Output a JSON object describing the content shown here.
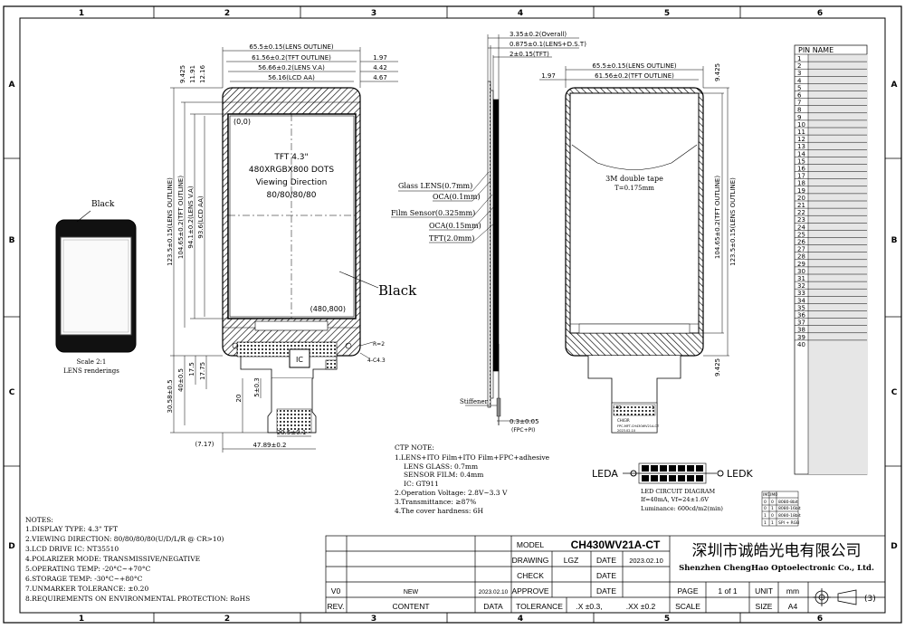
{
  "grid": {
    "cols": [
      "1",
      "2",
      "3",
      "4",
      "5",
      "6"
    ],
    "rows": [
      "A",
      "B",
      "C",
      "D"
    ]
  },
  "lens_rendering": {
    "color_label": "Black",
    "caption1": "Scale 2:1",
    "caption2": "LENS renderings"
  },
  "front_view": {
    "dims_top": [
      "65.5±0.15(LENS OUTLINE)",
      "61.56±0.2(TFT OUTLINE)",
      "56.66±0.2(LENS V.A)",
      "56.16(LCD AA)"
    ],
    "dims_right": [
      "1.97",
      "4.42",
      "4.67"
    ],
    "dims_left_top": [
      "9.425",
      "11.91",
      "12.16"
    ],
    "dims_left": [
      "123.5±0.15(LENS OUTLINE)",
      "104.65±0.2(TFT OUTLINE)",
      "94.1±0.2(LENS V.A)",
      "93.6(LCD AA)"
    ],
    "origin": "(0,0)",
    "end": "(480,800)",
    "panel_text": [
      "TFT 4.3\"",
      "480XRGBX800 DOTS",
      "Viewing Direction",
      "80/80/80/80"
    ],
    "color_label": "Black",
    "ic_label": "IC",
    "dims_bottom_left": [
      "30.58±0.5",
      "40±0.5",
      "17.5",
      "17.75",
      "20",
      "5±0.3"
    ],
    "dims_bottom": [
      "20.5±0.1",
      "(7.17)",
      "47.89±0.2"
    ],
    "dim_r": "R=2",
    "dim_c": "4-C4.3"
  },
  "side_view": {
    "dims_top": [
      "3.35±0.2(Overall)",
      "0.875±0.1(LENS+D.S.T)",
      "2±0.15(TFT)"
    ],
    "layers": [
      "Glass LENS(0.7mm)",
      "OCA(0.1mm)",
      "Film Sensor(0.325mm)",
      "OCA(0.15mm)",
      "TFT(2.0mm)"
    ],
    "stiffener": "Stiffener",
    "dims_bottom": [
      "0.3±0.05",
      "(FPC+PI)"
    ]
  },
  "back_view": {
    "dims_top": [
      "65.5±0.15(LENS OUTLINE)",
      "61.56±0.2(TFT OUTLINE)"
    ],
    "dim_left": "1.97",
    "dims_right": [
      "9.425",
      "104.65±0.2(TFT OUTLINE)",
      "123.5±0.15(LENS OUTLINE)",
      "9.425"
    ],
    "tape": [
      "3M double tape",
      "T=0.175mm"
    ],
    "fpc_labels": [
      "40",
      "1",
      "CH43R",
      "FPC-MFT-CH430WV21A-CT",
      "2023.02.10"
    ]
  },
  "led": {
    "left": "LEDA",
    "right": "LEDK",
    "title": "LED CIRCUIT DIAGRAM",
    "line1": "If=40mA, Vf=24±1.6V",
    "line2": "Luminance: 600cd/m2(min)"
  },
  "pin_table": {
    "header": "PIN NAME",
    "pins": [
      "1",
      "2",
      "3",
      "4",
      "5",
      "6",
      "7",
      "8",
      "9",
      "10",
      "11",
      "12",
      "13",
      "14",
      "15",
      "16",
      "17",
      "18",
      "19",
      "20",
      "21",
      "22",
      "23",
      "24",
      "25",
      "26",
      "27",
      "28",
      "29",
      "30",
      "31",
      "32",
      "33",
      "34",
      "35",
      "36",
      "37",
      "38",
      "39",
      "40"
    ]
  },
  "mode_table": {
    "headers": [
      "IM1",
      "IM0"
    ],
    "rows": [
      [
        "0",
        "0",
        "8080-8bit"
      ],
      [
        "0",
        "1",
        "8080-16bit"
      ],
      [
        "1",
        "0",
        "8080-18bit"
      ],
      [
        "1",
        "1",
        "SPI + RGB"
      ]
    ]
  },
  "ctp_note": {
    "title": "CTP NOTE:",
    "lines": [
      "1.LENS+ITO Film+ITO Film+FPC+adhesive",
      "LENS GLASS: 0.7mm",
      "SENSOR FILM: 0.4mm",
      "IC: GT911",
      "2.Operation Voltage: 2.8V~3.3 V",
      "3.Transmittance: ≥87%",
      "4.The cover hardness: 6H"
    ]
  },
  "notes": {
    "title": "NOTES:",
    "lines": [
      "1.DISPLAY TYPE: 4.3\" TFT",
      "2.VIEWING DIRECTION: 80/80/80/80(U/D/L/R @ CR>10)",
      "3.LCD DRIVE IC: NT35510",
      "4.POLARIZER MODE: TRANSMISSIVE/NEGATIVE",
      "5.OPERATING TEMP: -20°C~+70°C",
      "6.STORAGE TEMP: -30°C~+80°C",
      "7.UNMARKER TOLERANCE: ±0.20",
      "8.REQUIREMENTS ON ENVIRONMENTAL PROTECTION: RoHS"
    ]
  },
  "title_block": {
    "model_label": "MODEL",
    "model": "CH430WV21A-CT",
    "drawing_label": "DRAWING",
    "drawing_by": "LGZ",
    "date_label": "DATE",
    "date": "2023.02.10",
    "check_label": "CHECK",
    "approve_label": "APPROVE",
    "tolerance_label": "TOLERANCE",
    "tol1": ".X ±0.3,",
    "tol2": ".XX ±0.2",
    "scale_label": "SCALE",
    "page_label": "PAGE",
    "page": "1 of 1",
    "unit_label": "UNIT",
    "unit": "mm",
    "size_label": "SIZE",
    "size": "A4",
    "projection": "(3)",
    "company_cn": "深圳市诚皓光电有限公司",
    "company_en": "Shenzhen ChengHao Optoelectronic Co., Ltd.",
    "rev_label": "REV.",
    "content_label": "CONTENT",
    "data_label": "DATA",
    "v0": "V0",
    "new": "NEW",
    "rev_date": "2023.02.10"
  }
}
